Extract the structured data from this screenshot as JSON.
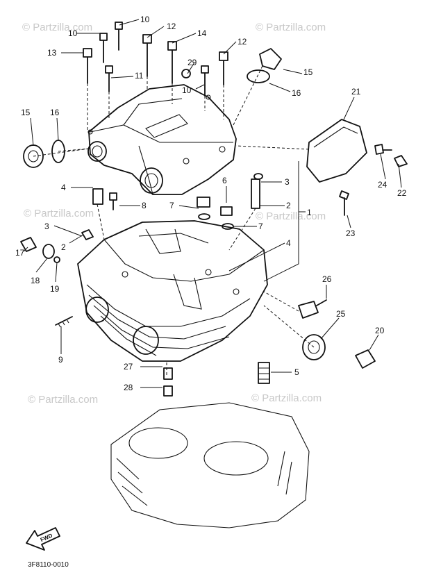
{
  "watermark": "© Partzilla.com",
  "drawing_code": "3F8110-0010",
  "forward_arrow_label": "FWD",
  "callouts": {
    "c1": "1",
    "c2a": "2",
    "c2b": "2",
    "c3a": "3",
    "c3b": "3",
    "c4a": "4",
    "c4b": "4",
    "c5": "5",
    "c6": "6",
    "c7a": "7",
    "c7b": "7",
    "c8": "8",
    "c9": "9",
    "c10a": "10",
    "c10b": "10",
    "c10c": "10",
    "c11": "11",
    "c12a": "12",
    "c12b": "12",
    "c13": "13",
    "c14": "14",
    "c15a": "15",
    "c15b": "15",
    "c16a": "16",
    "c16b": "16",
    "c17": "17",
    "c18": "18",
    "c19": "19",
    "c20": "20",
    "c21": "21",
    "c22": "22",
    "c23": "23",
    "c24": "24",
    "c25": "25",
    "c26": "26",
    "c27": "27",
    "c28": "28",
    "c29": "29"
  }
}
